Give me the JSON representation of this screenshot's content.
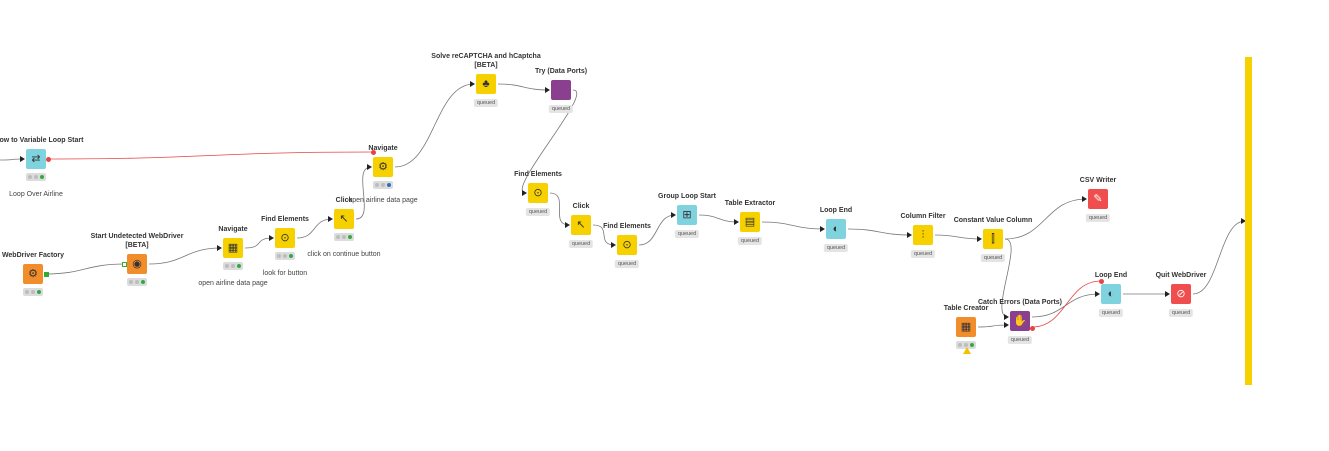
{
  "workflow": {
    "nodes": [
      {
        "id": "row-to-var",
        "title": "e Row to Variable Loop Start",
        "anno": "Loop Over Airline",
        "status": "",
        "traffic": "green",
        "icon": "⇄",
        "type": "teal"
      },
      {
        "id": "webdriver-factory",
        "title": "WebDriver Factory",
        "anno": "",
        "status": "",
        "traffic": "green",
        "icon": "⚙",
        "type": "orange"
      },
      {
        "id": "start-undetected",
        "title": "Start Undetected WebDriver\n[BETA]",
        "anno": "",
        "status": "",
        "traffic": "green",
        "icon": "◉",
        "type": "orange"
      },
      {
        "id": "navigate-1",
        "title": "Navigate",
        "anno": "open airline data page",
        "status": "",
        "traffic": "green",
        "icon": "▦",
        "type": "yellow"
      },
      {
        "id": "find-elements-1",
        "title": "Find Elements",
        "anno": "look for button",
        "status": "",
        "traffic": "green",
        "icon": "⊙",
        "type": "yellow"
      },
      {
        "id": "click-1",
        "title": "Click",
        "anno": "click on continue button",
        "status": "",
        "traffic": "green",
        "icon": "↖",
        "type": "yellow"
      },
      {
        "id": "navigate-2",
        "title": "Navigate",
        "anno": "open airline data page",
        "status": "",
        "traffic": "blue",
        "icon": "⚙",
        "type": "yellow"
      },
      {
        "id": "solve-captcha",
        "title": "Solve reCAPTCHA and hCaptcha\n[BETA]",
        "anno": "",
        "status": "queued",
        "traffic": "",
        "icon": "♣",
        "type": "yellow"
      },
      {
        "id": "try-data-ports",
        "title": "Try (Data Ports)",
        "anno": "",
        "status": "queued",
        "traffic": "",
        "icon": "",
        "type": "purple"
      },
      {
        "id": "find-elements-2",
        "title": "Find Elements",
        "anno": "",
        "status": "queued",
        "traffic": "",
        "icon": "⊙",
        "type": "yellow"
      },
      {
        "id": "click-2",
        "title": "Click",
        "anno": "",
        "status": "queued",
        "traffic": "",
        "icon": "↖",
        "type": "yellow"
      },
      {
        "id": "find-elements-3",
        "title": "Find Elements",
        "anno": "",
        "status": "queued",
        "traffic": "",
        "icon": "⊙",
        "type": "yellow"
      },
      {
        "id": "group-loop-start",
        "title": "Group Loop Start",
        "anno": "",
        "status": "queued",
        "traffic": "",
        "icon": "⊞",
        "type": "teal"
      },
      {
        "id": "table-extractor",
        "title": "Table Extractor",
        "anno": "",
        "status": "queued",
        "traffic": "",
        "icon": "▤",
        "type": "yellow"
      },
      {
        "id": "loop-end-1",
        "title": "Loop End",
        "anno": "",
        "status": "queued",
        "traffic": "",
        "icon": "◐",
        "type": "teal"
      },
      {
        "id": "column-filter",
        "title": "Column Filter",
        "anno": "",
        "status": "queued",
        "traffic": "",
        "icon": "⫶",
        "type": "yellow"
      },
      {
        "id": "constant-value",
        "title": "Constant Value Column",
        "anno": "",
        "status": "queued",
        "traffic": "",
        "icon": "⫿",
        "type": "yellow"
      },
      {
        "id": "csv-writer",
        "title": "CSV Writer",
        "anno": "",
        "status": "queued",
        "traffic": "",
        "icon": "✎",
        "type": "red"
      },
      {
        "id": "table-creator",
        "title": "Table Creator",
        "anno": "",
        "status": "",
        "traffic": "green",
        "icon": "▦",
        "type": "orange"
      },
      {
        "id": "catch-errors",
        "title": "Catch Errors (Data Ports)",
        "anno": "",
        "status": "queued",
        "traffic": "",
        "icon": "✋",
        "type": "purple"
      },
      {
        "id": "loop-end-2",
        "title": "Loop End",
        "anno": "",
        "status": "queued",
        "traffic": "",
        "icon": "◐",
        "type": "teal"
      },
      {
        "id": "quit-webdriver",
        "title": "Quit WebDriver",
        "anno": "",
        "status": "queued",
        "traffic": "",
        "icon": "⊘",
        "type": "red"
      }
    ]
  },
  "colors": {
    "metanode_yellow": "#f7d000",
    "source_orange": "#f28d2b",
    "flow_purple": "#8a3f8f",
    "loop_teal": "#7fd3df",
    "writer_red": "#f04e4e",
    "variable_line": "#e84343",
    "data_line": "#777777"
  }
}
